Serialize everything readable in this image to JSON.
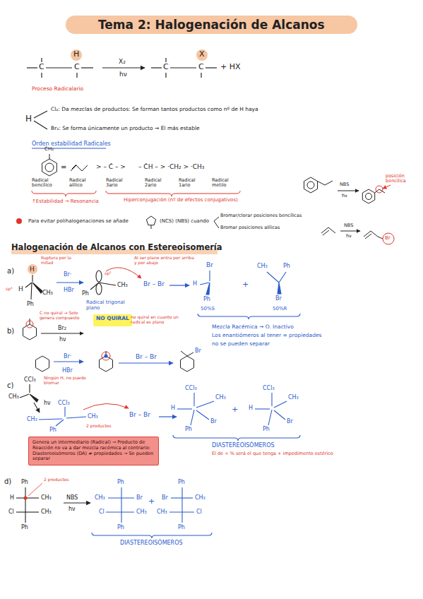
{
  "diagram": {
    "title": "Tema 2: Halogenación de Alcanos",
    "nodes": [
      {
        "text": [
          "NO QUIRAL"
        ]
      },
      {
        "text": [
          "Genera un intermediario (Radical) → Producto de Reacción no va a dar mezcla racémica al contrario: Diastereoisómeros (DA) ≠ propiedades → Se pueden separar"
        ]
      }
    ],
    "labels": [
      "C",
      "C",
      "H",
      "X₂",
      "hν",
      "C",
      "C",
      "X",
      "+ HX",
      "Proceso Radicalario",
      "H",
      "Cl₂: Da mezclas de productos: Se forman tantos productos como nº de H haya",
      "Br₂: Se forma únicamente un producto → El más estable",
      "Orden estabilidad Radicales",
      "ĊH₂",
      "=",
      "> – Ċ – >",
      "– ĊH – > ·CH₂ > ·CH₃",
      "Radical bencílico",
      "Radical alílico",
      "Radical 3ario",
      "Radical 2ario",
      "Radical 1ario",
      "Radical metilo",
      "↑Estabilidad → Resonancia",
      "Hiperconjugación (nº de efectos conjugativos)",
      "NBS",
      "hν",
      "posición bencílica",
      "NBS",
      "hν",
      "Br",
      "Para evitar polihalogenaciones se añade",
      "(NCS) (NBS) cuando",
      "Bromar/clorar posiciones bencílicas",
      "Bromar posiciones alílicas",
      "Halogenación de Alcanos con Estereoisomería",
      "a)",
      "H",
      "Ruptura por la mitad",
      "sp³",
      "H",
      "CH₃",
      "Ph",
      "Br·",
      "HBr",
      "sp²",
      "CH₃",
      "Ph",
      "Radical trigonal plano",
      "Al ser plano entra por arriba y por abajo",
      "Br – Br",
      "Br",
      "H",
      "Ph",
      "50%S",
      "+",
      "CH₃",
      "Ph",
      "Br",
      "50%R",
      "Mezcla Racémica → O. Inactivo",
      "Los enantiómeros al tener = propiedades",
      "no se pueden separar",
      "b)",
      "C no quiral → Solo genera compuesto",
      "Br₂",
      "hν",
      "Br·",
      "HBr",
      "no quiral en cuanto un radical es plano",
      "Br – Br",
      "Br",
      "c)",
      "CCl₃",
      "Ningún H, no puedo bromar",
      "CH₃",
      "hν",
      "CCl₃",
      "CH₃",
      "CH₃",
      "Ph",
      "2 productos",
      "Br – Br",
      "CCl₃",
      "CH₃",
      "H",
      "Ph",
      "Br",
      "+",
      "CCl₃",
      "CH₃",
      "H",
      "Ph",
      "Br",
      "DIASTEREOISÓMEROS",
      "El de + % será el que tenga + impedimento estérico",
      "d)",
      "Ph",
      "2 productos",
      "H",
      "CH₃",
      "Cl",
      "CH₃",
      "Ph",
      "NBS",
      "hν",
      "Ph",
      "CH₃",
      "Br",
      "Cl",
      "CH₃",
      "Ph",
      "+",
      "Ph",
      "Br",
      "CH₃",
      "CH₃",
      "Cl",
      "Ph",
      "DIASTEREOISÓMEROS"
    ]
  }
}
